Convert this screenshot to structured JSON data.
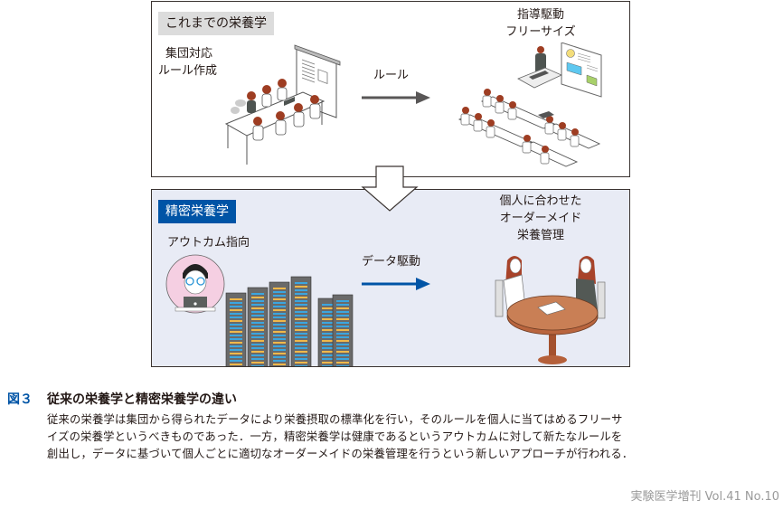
{
  "figure": {
    "top_panel": {
      "tag": "これまでの栄養学",
      "left_label": [
        "集団対応",
        "ルール作成"
      ],
      "arrow_label": "ルール",
      "right_label": [
        "指導駆動",
        "フリーサイズ"
      ],
      "left_illustration": "group-meeting-illustration",
      "right_illustration": "classroom-lecture-illustration"
    },
    "bottom_panel": {
      "tag": "精密栄養学",
      "left_label": "アウトカム指向",
      "arrow_label": "データ駆動",
      "right_label": [
        "個人に合わせた",
        "オーダーメイド",
        "栄養管理"
      ],
      "left_illustration": "researcher-and-servers-illustration",
      "right_illustration": "consultation-table-illustration"
    },
    "colors": {
      "accent_blue": "#0054a6",
      "bottom_panel_bg": "#e8ebf5",
      "top_tag_bg": "#dcdcdc",
      "arrow_gray": "#595757"
    }
  },
  "caption": {
    "figure_number": "図３",
    "title": "従来の栄養学と精密栄養学の違い",
    "lines": [
      "従来の栄養学は集団から得られたデータにより栄養摂取の標準化を行い，そのルールを個人に当てはめるフリーサ",
      "イズの栄養学というべきものであった．一方，精密栄養学は健康であるというアウトカムに対して新たなルールを",
      "創出し，データに基づいて個人ごとに適切なオーダーメイドの栄養管理を行うという新しいアプローチが行われる．"
    ]
  },
  "journal_footer": "実験医学増刊 Vol.41 No.10"
}
